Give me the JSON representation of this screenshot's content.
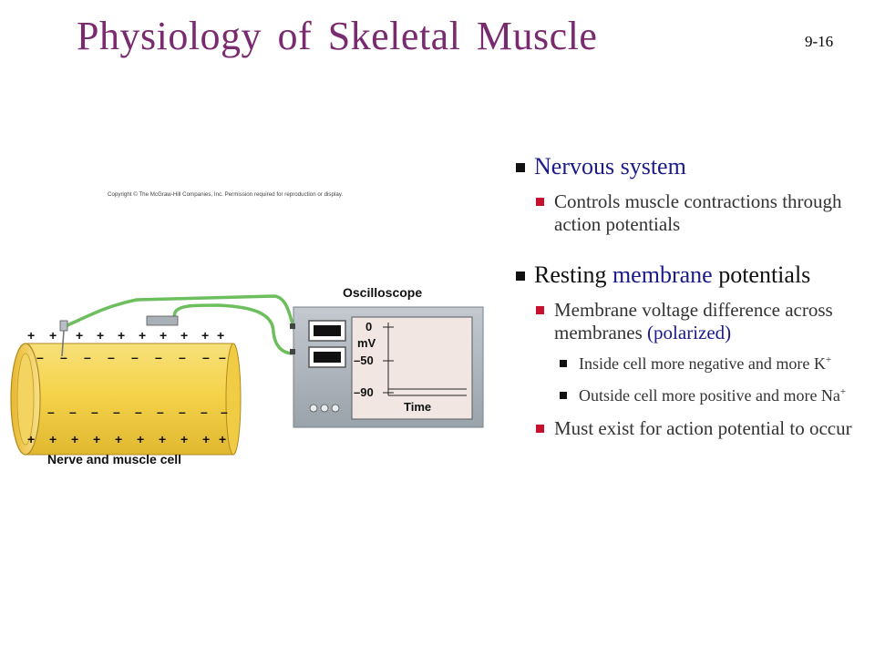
{
  "slide": {
    "title": "Physiology of Skeletal Muscle",
    "page_number": "9-16"
  },
  "figure": {
    "copyright": "Copyright © The McGraw-Hill Companies, Inc. Permission required for reproduction or display.",
    "oscilloscope_label": "Oscilloscope",
    "caption": "Nerve and muscle cell",
    "y_ticks": [
      "0",
      "–50",
      "–90"
    ],
    "y_unit": "mV",
    "x_label": "Time",
    "plus_sign": "+",
    "minus_sign": "–"
  },
  "bullets": {
    "nervous_system": "Nervous system",
    "controls": "Controls muscle contractions through action potentials",
    "resting_prefix": "Resting ",
    "resting_highlight": "membrane",
    "resting_suffix": "potentials",
    "voltage_text": "Membrane voltage difference across membranes ",
    "voltage_highlight": "(polarized)",
    "inside_text": "Inside cell more negative and more K",
    "outside_text": "Outside cell more positive and more Na",
    "superscript_plus": "+",
    "must_exist": "Must exist for action potential to occur"
  },
  "colors": {
    "title": "#7a2a6e",
    "highlight_blue": "#1a1a8a",
    "bullet_red": "#c8102e",
    "cell_yellow": "#f5d34a",
    "wire_green": "#6cbf5c"
  }
}
